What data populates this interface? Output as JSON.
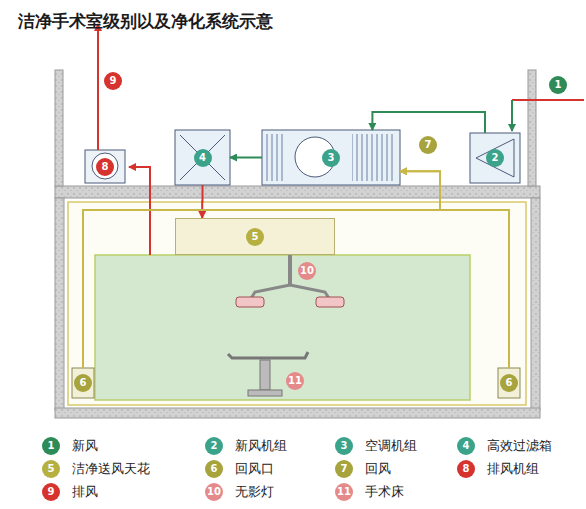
{
  "diagram": {
    "title": "洁净手术室级别以及净化系统示意",
    "nodes": [
      {
        "text": [
          "2"
        ]
      },
      {
        "text": [
          "3"
        ]
      },
      {
        "text": [
          "4"
        ]
      },
      {
        "text": [
          "8"
        ]
      },
      {
        "text": [
          "5"
        ]
      },
      {
        "text": [
          "6"
        ]
      },
      {
        "text": [
          "6"
        ]
      }
    ],
    "edges": [
      {
        "from": 0,
        "to": 1,
        "arrow": "to"
      },
      {
        "from": 1,
        "to": 2,
        "arrow": "to"
      },
      {
        "from": 2,
        "to": 4,
        "arrow": "to"
      },
      {
        "from": 5,
        "to": 1,
        "arrow": "to"
      },
      {
        "from": 6,
        "to": 1,
        "arrow": "to"
      }
    ],
    "labels": [
      "1",
      "7",
      "9",
      "10",
      "11",
      "1",
      "2",
      "3",
      "4",
      "5",
      "6",
      "7",
      "8",
      "9",
      "10",
      "11"
    ],
    "legend": [
      {
        "text": "新风",
        "color": "#2e8b57"
      },
      {
        "text": "新风机组",
        "color": "#3aa38a"
      },
      {
        "text": "空调机组",
        "color": "#3aa38a"
      },
      {
        "text": "高效过滤箱",
        "color": "#3aa38a"
      },
      {
        "text": "洁净送风天花",
        "color": "#b5b040"
      },
      {
        "text": "回风口",
        "color": "#a7a43e"
      },
      {
        "text": "回风",
        "color": "#a7a43e"
      },
      {
        "text": "排风机组",
        "color": "#d6322e"
      },
      {
        "text": "排风",
        "color": "#d6322e"
      },
      {
        "text": "无影灯",
        "color": "#e58a8a"
      },
      {
        "text": "手术床",
        "color": "#e58a8a"
      }
    ]
  }
}
